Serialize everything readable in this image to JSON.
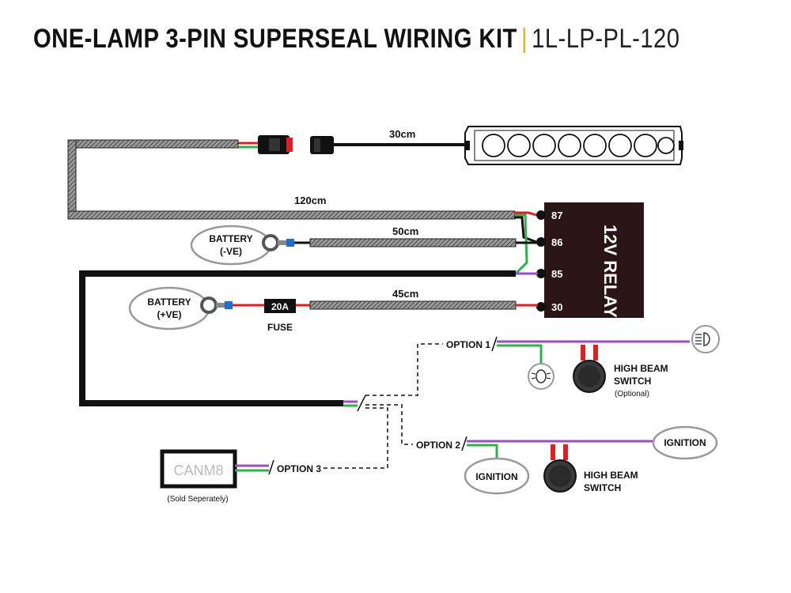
{
  "title": {
    "main": "ONE-LAMP 3-PIN SUPERSEAL WIRING KIT",
    "separator": "|",
    "code": "1L-LP-PL-120"
  },
  "wires": {
    "len_30": "30cm",
    "len_120": "120cm",
    "len_50": "50cm",
    "len_45": "45cm"
  },
  "relay": {
    "label": "12V RELAY",
    "pins": [
      "87",
      "86",
      "85",
      "30"
    ]
  },
  "battery_neg": {
    "line1": "BATTERY",
    "line2": "(-VE)"
  },
  "battery_pos": {
    "line1": "BATTERY",
    "line2": "(+VE)"
  },
  "fuse": {
    "rating": "20A",
    "label": "FUSE"
  },
  "options": {
    "option1": "OPTION 1",
    "option2": "OPTION 2",
    "option3": "OPTION 3"
  },
  "switch1": {
    "line1": "HIGH BEAM",
    "line2": "SWITCH",
    "note": "(Optional)"
  },
  "switch2": {
    "line1": "HIGH BEAM",
    "line2": "SWITCH"
  },
  "ignition": {
    "right": "IGNITION",
    "left": "IGNITION"
  },
  "canm8": {
    "label": "CANM8",
    "note": "(Sold Seperately)"
  },
  "icons": [
    "light-bar-icon",
    "high-beam-icon",
    "low-beam-icon",
    "battery-ring-terminal-icon",
    "rocker-switch-icon"
  ],
  "colors": {
    "accent": "#f0b000",
    "wire_red": "#e02020",
    "wire_green": "#2db34a",
    "wire_purple": "#9a4fc0",
    "relay": "#2a1416"
  }
}
